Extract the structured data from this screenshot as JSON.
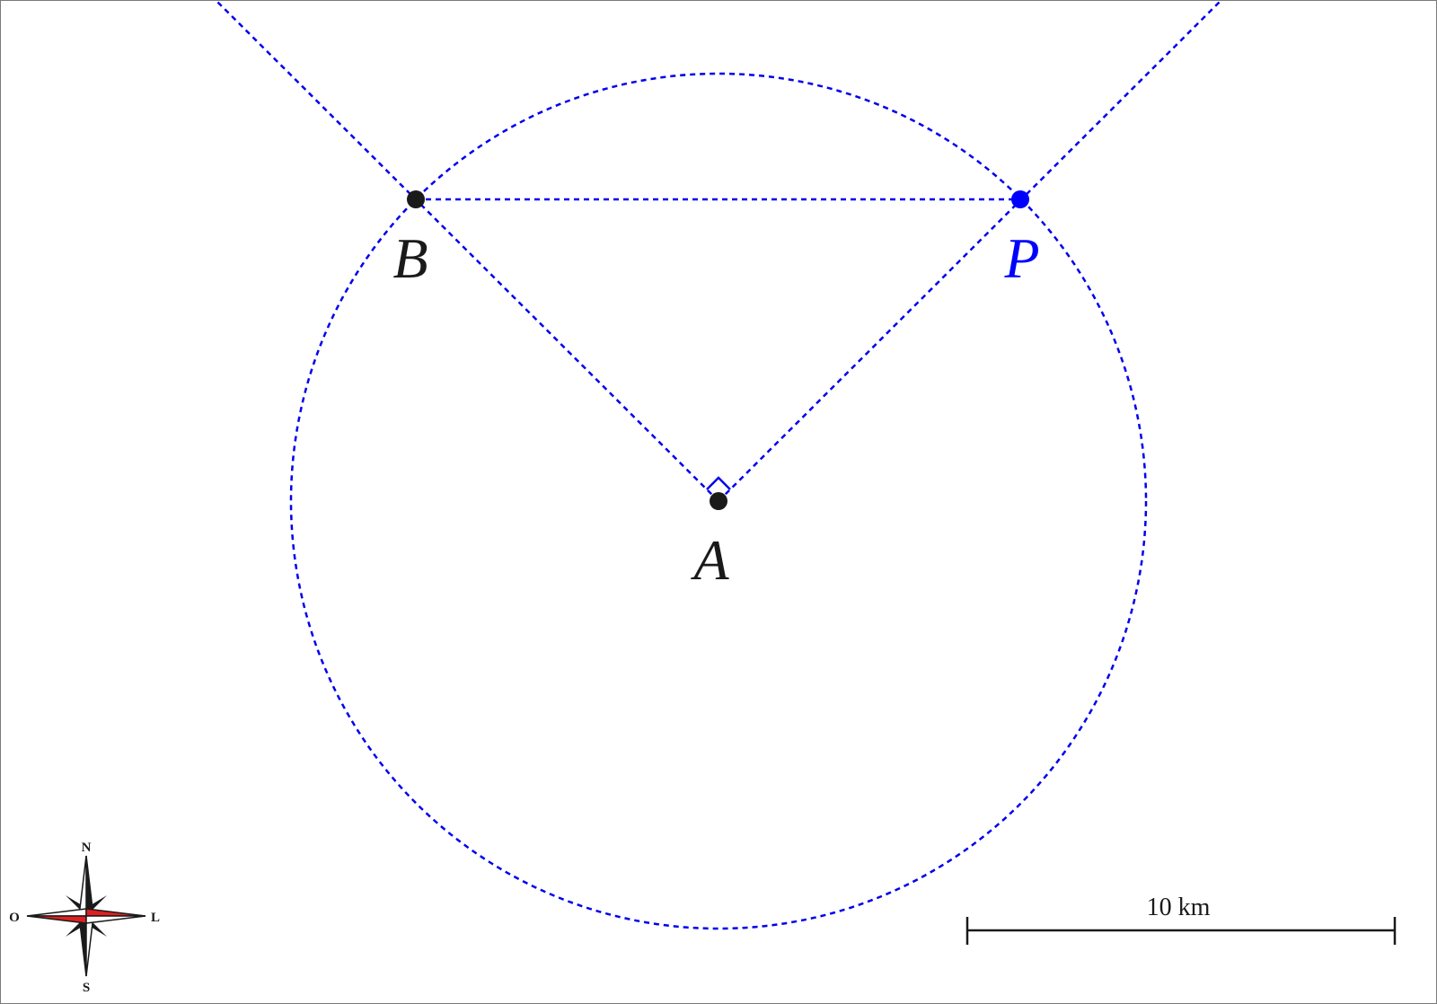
{
  "diagram": {
    "points": {
      "A": {
        "label": "A"
      },
      "B": {
        "label": "B"
      },
      "P": {
        "label": "P"
      }
    },
    "scale_bar": {
      "label": "10 km"
    },
    "compass": {
      "north": "N",
      "south": "S",
      "east": "L",
      "west": "O"
    },
    "colors": {
      "construction": "#0000ee",
      "point_black": "#1a1a1a",
      "point_blue": "#0000ff",
      "compass_red": "#e02020"
    }
  }
}
